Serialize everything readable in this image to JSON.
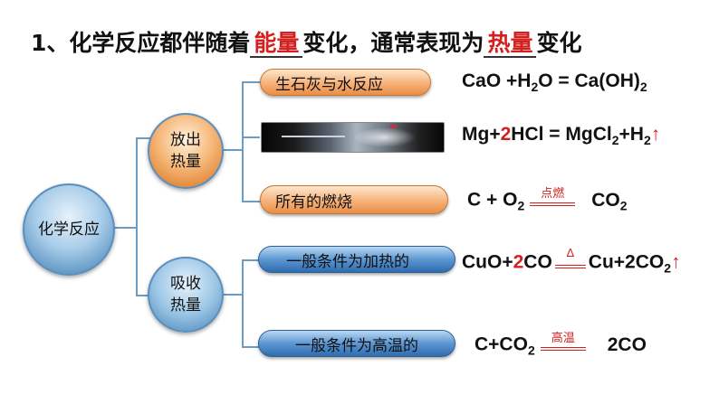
{
  "title": {
    "prefix": "1、化学反应都伴随着",
    "blank1": "能量",
    "middle": "变化，通常表现为",
    "blank2": "热量",
    "suffix": "变化"
  },
  "root": {
    "label": "化学反应"
  },
  "release": {
    "label_line1": "放出",
    "label_line2": "热量",
    "items": [
      {
        "label": "生石灰与水反应"
      },
      {
        "label": ""
      },
      {
        "label": "所有的燃烧"
      }
    ]
  },
  "absorb": {
    "label_line1": "吸收",
    "label_line2": "热量",
    "items": [
      {
        "label": "一般条件为加热的"
      },
      {
        "label": "一般条件为高温的"
      }
    ]
  },
  "equations": {
    "eq1": {
      "a": "CaO +H",
      "a_sub": "2",
      "b": "O  = Ca(OH)",
      "b_sub": "2"
    },
    "eq2": {
      "a": "Mg+",
      "coef": "2",
      "b": "HCl = MgCl",
      "b_sub": "2",
      "c": "+H",
      "c_sub": "2",
      "arrow": "↑"
    },
    "eq3": {
      "a": "C  +  O",
      "a_sub": "2",
      "cond": "点燃",
      "b": "CO",
      "b_sub": "2"
    },
    "eq4": {
      "a": "CuO+",
      "coef": "2",
      "b": "CO",
      "cond": "Δ",
      "c": "Cu+2CO",
      "c_sub": "2",
      "arrow": "↑"
    },
    "eq5": {
      "a": "C+CO",
      "a_sub": "2",
      "cond": "高温",
      "b": "2CO"
    }
  },
  "colors": {
    "accent_red": "#d41f1f",
    "connector_blue": "#6a9cc6",
    "orange_fill": "#f6b27a",
    "blue_fill": "#5c97d2"
  }
}
